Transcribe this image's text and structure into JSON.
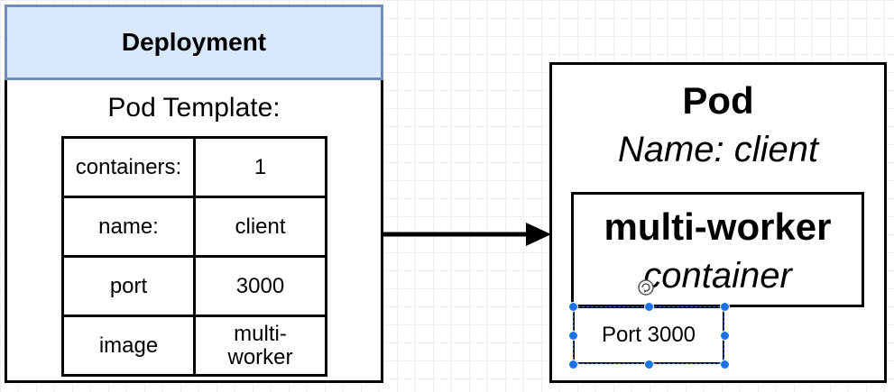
{
  "deployment": {
    "title": "Deployment",
    "template_label": "Pod Template:",
    "rows": [
      {
        "key": "containers:",
        "value": "1"
      },
      {
        "key": "name:",
        "value": "client"
      },
      {
        "key": "port",
        "value": "3000"
      },
      {
        "key": "image",
        "value": "multi-\nworker"
      }
    ]
  },
  "pod": {
    "title": "Pod",
    "name_line": "Name: client",
    "container": {
      "name": "multi-worker",
      "kind": "container"
    },
    "port_label": "Port 3000"
  },
  "colors": {
    "header_fill": "#dae8fc",
    "header_stroke": "#6c8ebf",
    "selection": "#1a73e8"
  }
}
